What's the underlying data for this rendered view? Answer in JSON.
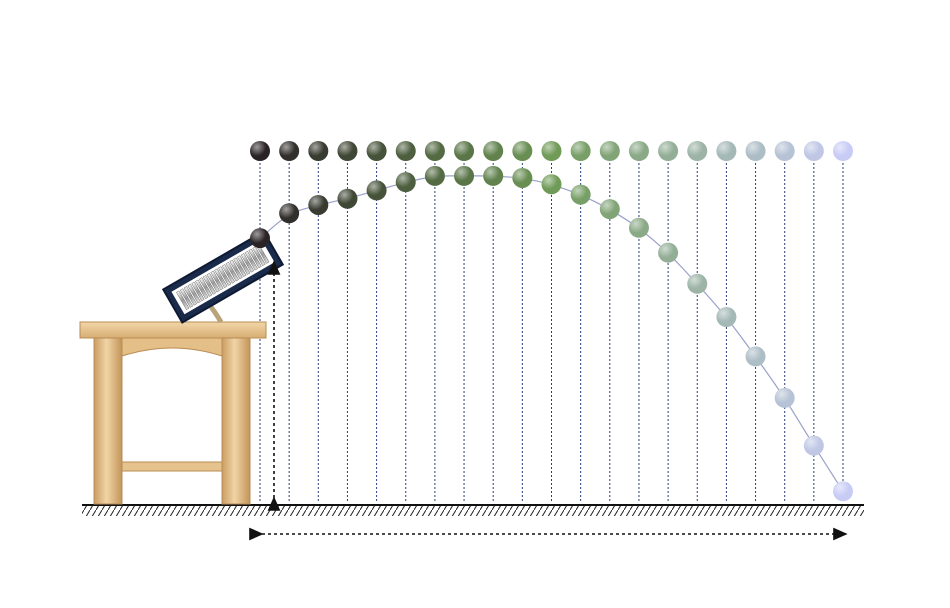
{
  "figure": {
    "ball_count": 21,
    "top_row_y_units": 0,
    "trajectory_y_units": [
      2.1,
      1.5,
      1.3,
      1.15,
      0.95,
      0.75,
      0.6,
      0.6,
      0.6,
      0.65,
      0.8,
      1.05,
      1.4,
      1.85,
      2.45,
      3.2,
      4.0,
      4.95,
      5.95,
      7.1,
      8.2
    ],
    "colors": {
      "ball_gradient_start": "#2a2326",
      "ball_gradient_mid": "#6f9a57",
      "ball_gradient_end": "#c8ccf5",
      "table_wood": "#e8c48f",
      "table_shadow": "#c9a06a",
      "launcher_frame": "#1a2a4a",
      "dotted_line": "#2b3f7a",
      "ground": "#222222",
      "trajectory_curve": "#9aa0c8"
    },
    "icons": [
      "table",
      "spring-launcher",
      "height-arrow",
      "range-arrow",
      "ground-hatching"
    ]
  }
}
